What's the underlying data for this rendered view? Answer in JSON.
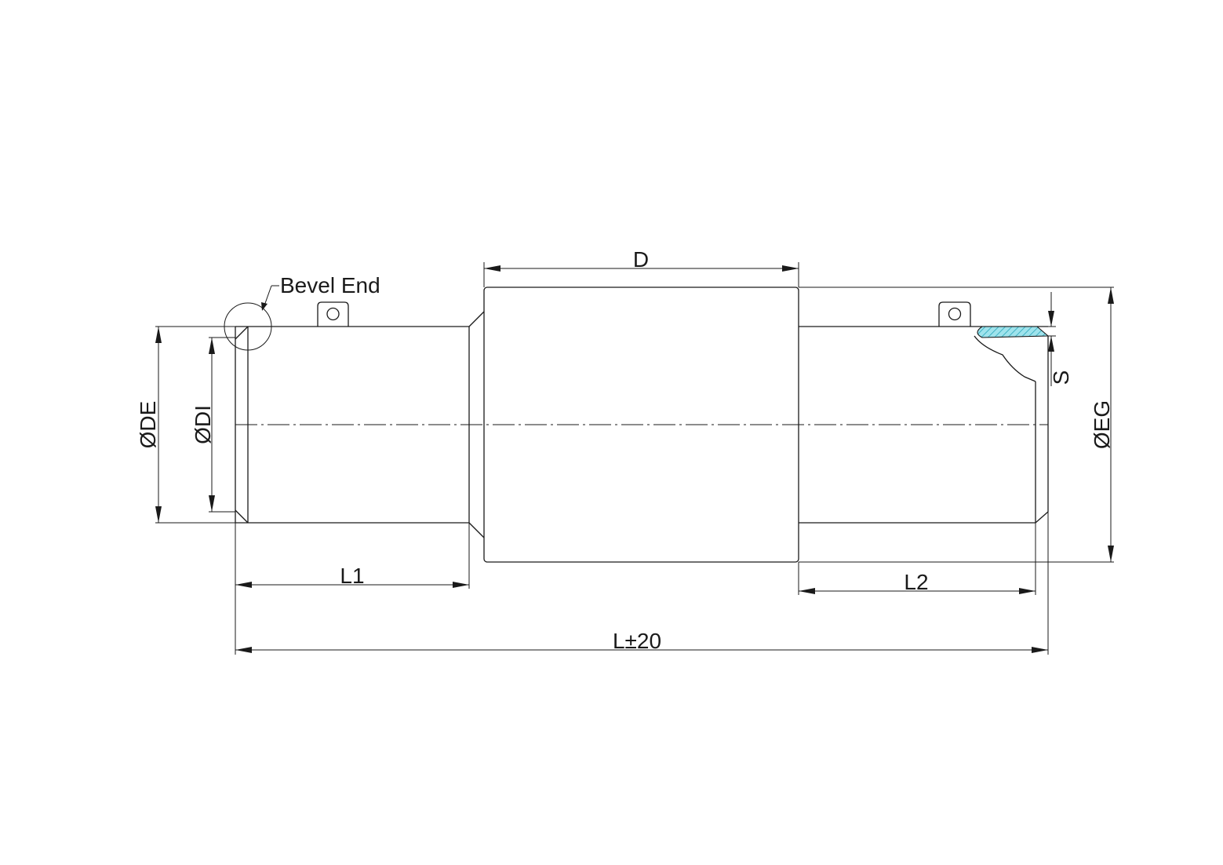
{
  "labels": {
    "bevel_end": "Bevel End",
    "d": "D",
    "de": "ØDE",
    "di": "ØDI",
    "eg": "ØEG",
    "s": "S",
    "l1": "L1",
    "l2": "L2",
    "l": "L±20"
  },
  "colors": {
    "line": "#1a1a1a",
    "hatch": "#5bc8d8",
    "background": "#ffffff"
  }
}
